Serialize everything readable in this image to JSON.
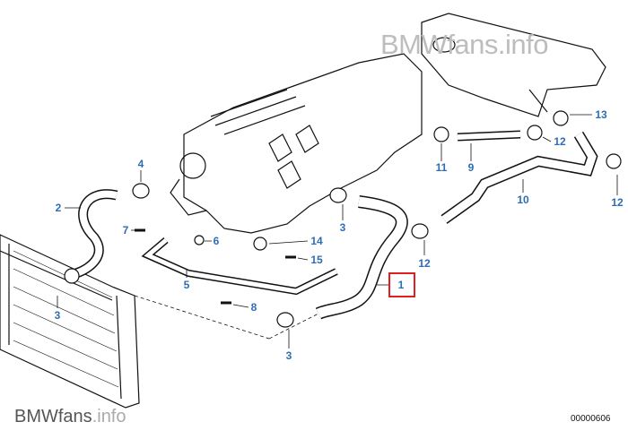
{
  "watermark_top": "BMWfans.info",
  "watermark_bottom": {
    "brand": "BMWfans",
    "suffix": ".info"
  },
  "diagram_code": "00000606",
  "highlighted_part": "1",
  "callouts": [
    {
      "id": "c1",
      "label": "1"
    },
    {
      "id": "c2",
      "label": "2"
    },
    {
      "id": "c3a",
      "label": "3"
    },
    {
      "id": "c3b",
      "label": "3"
    },
    {
      "id": "c3c",
      "label": "3"
    },
    {
      "id": "c4",
      "label": "4"
    },
    {
      "id": "c5",
      "label": "5"
    },
    {
      "id": "c6",
      "label": "6"
    },
    {
      "id": "c7",
      "label": "7"
    },
    {
      "id": "c8",
      "label": "8"
    },
    {
      "id": "c9",
      "label": "9"
    },
    {
      "id": "c10",
      "label": "10"
    },
    {
      "id": "c11",
      "label": "11"
    },
    {
      "id": "c12a",
      "label": "12"
    },
    {
      "id": "c12b",
      "label": "12"
    },
    {
      "id": "c12c",
      "label": "12"
    },
    {
      "id": "c13",
      "label": "13"
    },
    {
      "id": "c14",
      "label": "14"
    },
    {
      "id": "c15",
      "label": "15"
    }
  ],
  "colors": {
    "callout": "#2e6db4",
    "highlight": "#e02020",
    "line": "#111111"
  }
}
